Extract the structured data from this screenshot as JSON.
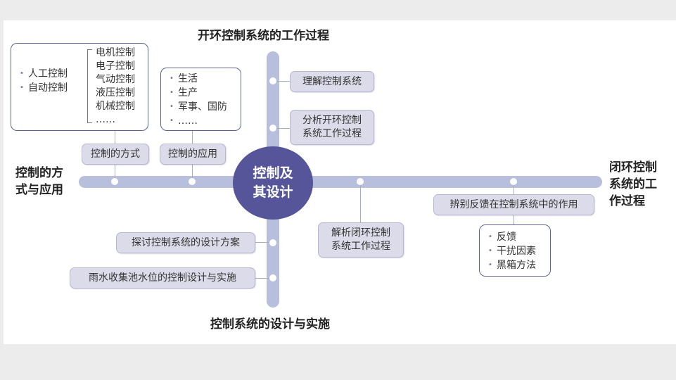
{
  "center": "控制及\n其设计",
  "headings": {
    "top": "开环控制系统的工作过程",
    "left": "控制的方\n式与应用",
    "right": "闭环控制\n系统的工\n作过程",
    "bottom": "控制系统的设计与实施"
  },
  "tags": {
    "understand": "理解控制系统",
    "analyze_open": "分析开环控制\n系统工作过程",
    "methods": "控制的方式",
    "applications": "控制的应用",
    "parse_closed": "解析闭环控制\n系统工作过程",
    "feedback_role": "辨别反馈在控制系统中的作用",
    "design_plan": "探讨控制系统的设计方案",
    "rain_water": "雨水收集池水位的控制设计与实施"
  },
  "methods_box": {
    "left_items": [
      "人工控制",
      "自动控制"
    ],
    "right_items": [
      "电机控制",
      "电子控制",
      "气动控制",
      "液压控制",
      "机械控制",
      "……"
    ]
  },
  "applications_box": {
    "items": [
      "生活",
      "生产",
      "军事、国防",
      "……"
    ]
  },
  "feedback_box": {
    "items": [
      "反馈",
      "干扰因素",
      "黑箱方法"
    ]
  },
  "colors": {
    "bar": "#b7bfdd",
    "center": "#56559a",
    "tag_fill": "#dcdbea",
    "box_border": "#5d6690"
  }
}
